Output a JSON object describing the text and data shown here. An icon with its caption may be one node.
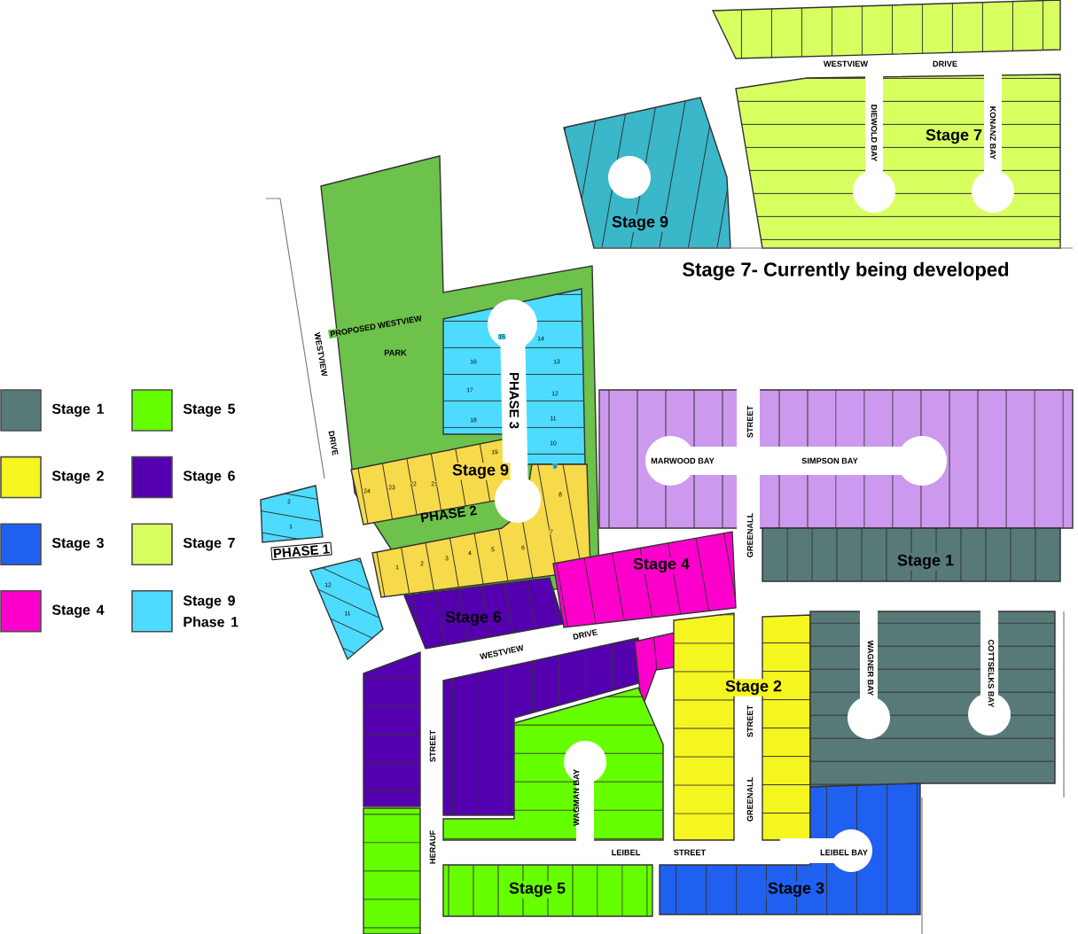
{
  "diagram": {
    "labels": [
      "WESTVIEW",
      "DRIVE",
      "DIEWOLD BAY",
      "Stage 7",
      "KONANZ BAY",
      "Stage 9",
      "Stage 7- Currently being developed",
      "PROPOSED WESTVIEW",
      "PARK",
      "WESTVIEW",
      "DRIVE",
      "PHASE 3",
      "15",
      "14",
      "16",
      "13",
      "17",
      "12",
      "18",
      "11",
      "10",
      "9",
      "8",
      "24",
      "23",
      "22",
      "21",
      "19",
      "Stage 9",
      "PHASE 2",
      "1",
      "2",
      "3",
      "4",
      "5",
      "6",
      "7",
      "2",
      "1",
      "PHASE 1",
      "12",
      "11",
      "STREET",
      "MARWOOD BAY",
      "SIMPSON BAY",
      "GREENALL",
      "Stage 4",
      "Stage 1",
      "Stage 6",
      "WESTVIEW",
      "DRIVE",
      "Stage 2",
      "WAGNER BAY",
      "COTTSELKS BAY",
      "STREET",
      "GREENALL",
      "STREET",
      "WAGMAN BAY",
      "HERAUF",
      "LEIBEL",
      "STREET",
      "LEIBEL BAY",
      "Stage 5",
      "Stage 3"
    ],
    "legend": [
      {
        "text": "Stage 1",
        "color": "#577a78"
      },
      {
        "text": "Stage 5",
        "color": "#66ff00"
      },
      {
        "text": "Stage 2",
        "color": "#f5f51f"
      },
      {
        "text": "Stage 6",
        "color": "#5500b0"
      },
      {
        "text": "Stage 3",
        "color": "#2060f0"
      },
      {
        "text": "Stage 7",
        "color": "#d8ff60"
      },
      {
        "text": "Stage 4",
        "color": "#ff00cc"
      },
      {
        "text": "Stage 9 Phase 1",
        "color": "#4ddcff"
      }
    ]
  }
}
